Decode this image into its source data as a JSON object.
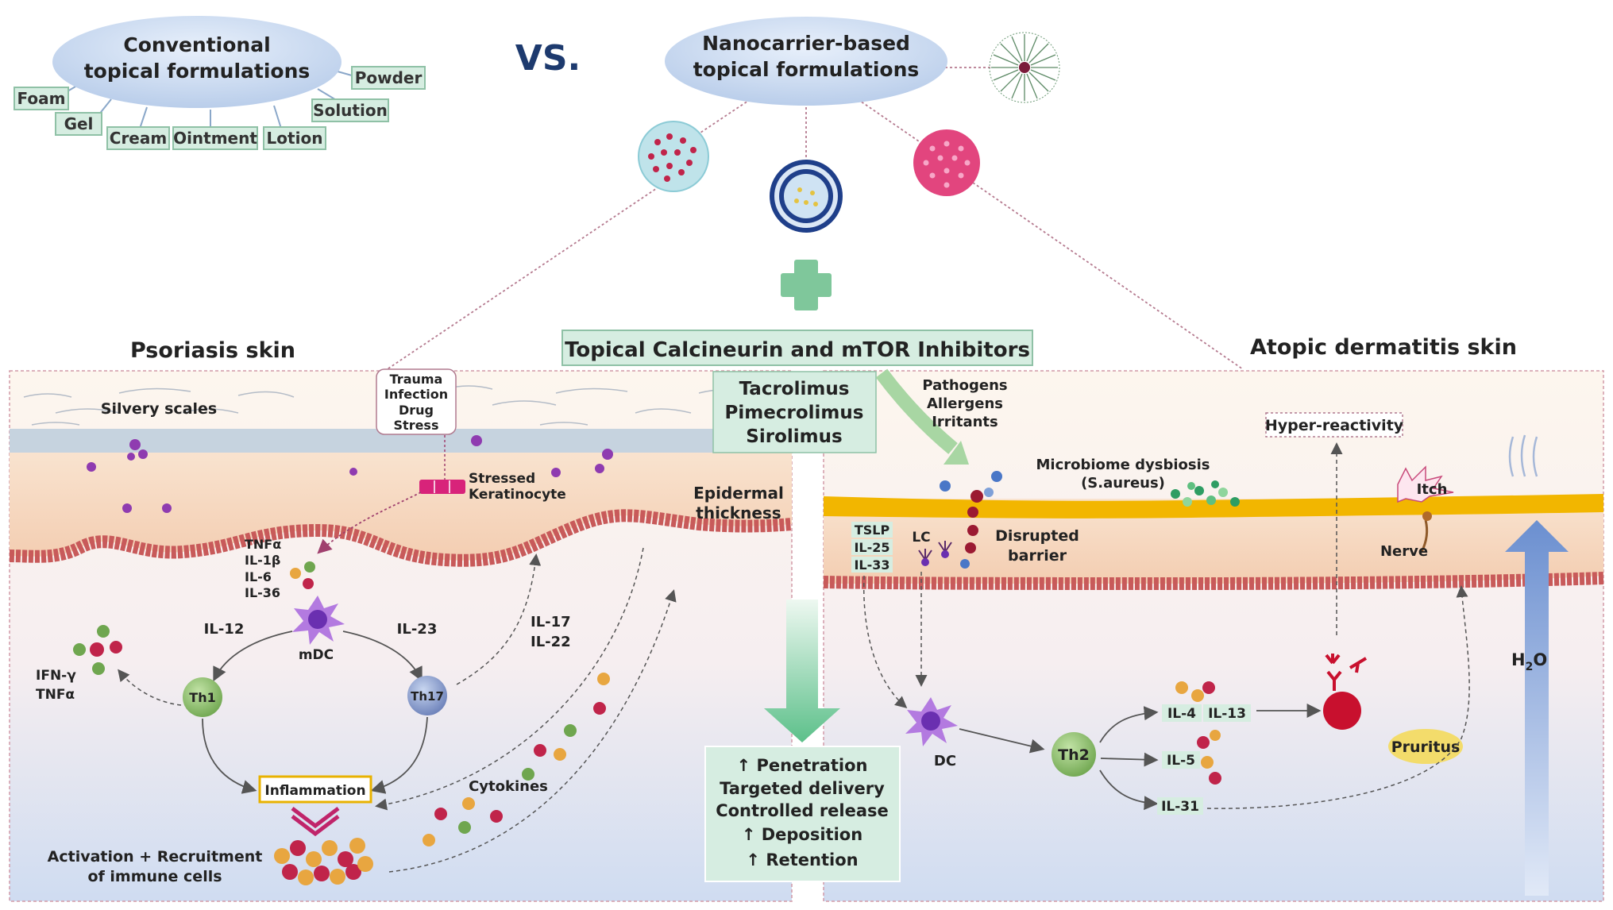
{
  "header": {
    "conventional_title": [
      "Conventional",
      "topical formulations"
    ],
    "vs_label": "VS.",
    "nanocarrier_title": [
      "Nanocarrier-based",
      "topical formulations"
    ],
    "conventional_types": [
      "Foam",
      "Gel",
      "Cream",
      "Ointment",
      "Lotion",
      "Solution",
      "Powder"
    ]
  },
  "center": {
    "inhibitor_title": "Topical Calcineurin and mTOR Inhibitors",
    "drugs": [
      "Tacrolimus",
      "Pimecrolimus",
      "Sirolimus"
    ],
    "benefits": [
      "↑ Penetration",
      "Targeted delivery",
      "Controlled release",
      "↑ Deposition",
      "↑ Retention"
    ]
  },
  "psoriasis": {
    "title": "Psoriasis skin",
    "silvery_scales": "Silvery scales",
    "triggers": [
      "Trauma",
      "Infection",
      "Drug",
      "Stress"
    ],
    "stressed_keratinocyte": [
      "Stressed",
      "Keratinocyte"
    ],
    "epidermal_thickness": [
      "Epidermal",
      "thickness"
    ],
    "cytokine_list": [
      "TNFα",
      "IL-1β",
      "IL-6",
      "IL-36"
    ],
    "mdc": "mDC",
    "il12": "IL-12",
    "il23": "IL-23",
    "il17_22": [
      "IL-17",
      "IL-22"
    ],
    "ifn_tnf": [
      "IFN-γ",
      "TNFα"
    ],
    "th1": "Th1",
    "th17": "Th17",
    "inflammation": "Inflammation",
    "cytokines": "Cytokines",
    "activation": [
      "Activation + Recruitment",
      "of immune cells"
    ]
  },
  "atopic": {
    "title": "Atopic dermatitis skin",
    "triggers": [
      "Pathogens",
      "Allergens",
      "Irritants"
    ],
    "microbiome": [
      "Microbiome dysbiosis",
      "(S.aureus)"
    ],
    "hyper_reactivity": "Hyper-reactivity",
    "itch": "Itch",
    "nerve": "Nerve",
    "alarmins": [
      "TSLP",
      "IL-25",
      "IL-33"
    ],
    "lc": "LC",
    "disrupted_barrier": [
      "Disrupted",
      "barrier"
    ],
    "dc": "DC",
    "th2": "Th2",
    "il4": "IL-4",
    "il13": "IL-13",
    "il5": "IL-5",
    "il31": "IL-31",
    "pruritus": "Pruritus",
    "h2o_main": "H",
    "h2o_sub": "2",
    "h2o_tail": "O"
  },
  "colors": {
    "ellipse": "#c9daf0",
    "label_box": "#d6ede1",
    "label_border": "#8fc1a6",
    "epidermis": "#f6d6c0",
    "basal": "#c85a5a",
    "stratum_corneum": "#f2b600",
    "green_plus": "#7fc79b",
    "vs": "#1d3a6e",
    "red_cell": "#c8102e"
  }
}
